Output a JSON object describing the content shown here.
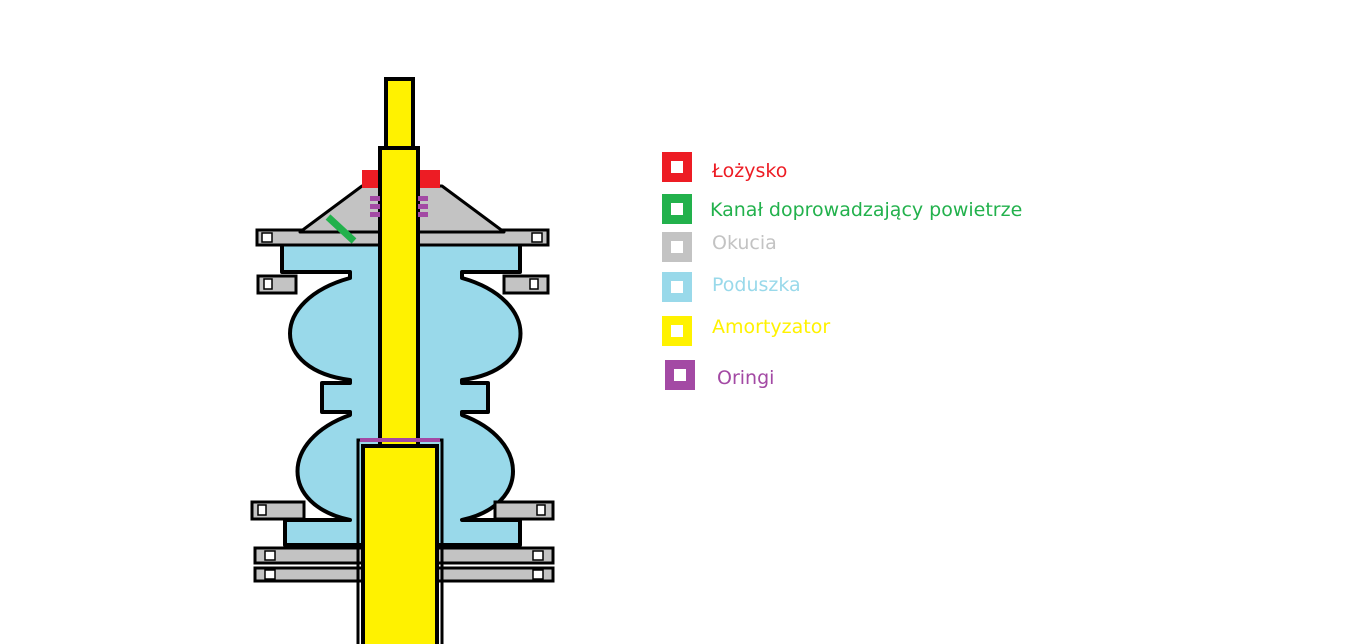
{
  "legend": [
    {
      "label": "Łożysko",
      "color": "#ed1c24"
    },
    {
      "label": "Kanał doprowadzający powietrze",
      "color": "#22b14c"
    },
    {
      "label": "Okucia",
      "color": "#c3c3c3"
    },
    {
      "label": "Poduszka",
      "color": "#99d9ea"
    },
    {
      "label": "Amortyzator",
      "color": "#fff200"
    },
    {
      "label": "Oringi",
      "color": "#a349a4"
    }
  ]
}
